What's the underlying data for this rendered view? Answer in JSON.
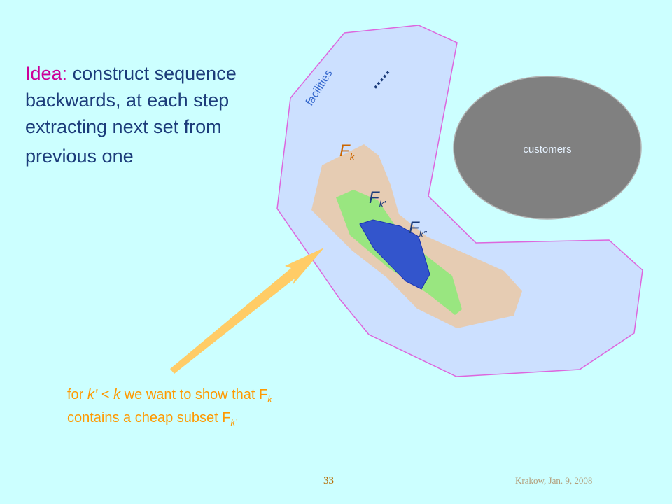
{
  "slide": {
    "idea_label": "Idea:",
    "idea_line1": "construct sequence",
    "idea_line2": "backwards, at each step",
    "idea_line3": "extracting next set from",
    "idea_line4": "previous one",
    "note_part1": "for ",
    "note_k_prime": "k’",
    "note_part2": " < ",
    "note_k": "k",
    "note_part3": " we want to show that F",
    "note_sub_k": "k",
    "note_line2": "contains a cheap subset F",
    "note_sub_k_prime": "k’",
    "page_number": "33",
    "footer_date": "Krakow, Jan. 9, 2008"
  },
  "diagram": {
    "facilities_label": "facilities",
    "ellipsis": ".....",
    "customers_label": "customers",
    "fk_letter": "F",
    "fk_sub": "k",
    "fk_prime_letter": "F",
    "fk_prime_sub": "k’",
    "fk_double_letter": "F",
    "fk_double_sub": "k”"
  },
  "colors": {
    "background": "#ccffff",
    "facilities_region": "#cce0ff",
    "facilities_border": "#dd66dd",
    "fk_region": "#e6ccb3",
    "fk_prime_region": "#99e680",
    "fk_double_region": "#3355cc",
    "customers_region": "#808080",
    "arrow": "#ffcc66",
    "text_main": "#1c3c7a",
    "text_highlight": "#cc0099",
    "text_orange": "#ff9900"
  }
}
